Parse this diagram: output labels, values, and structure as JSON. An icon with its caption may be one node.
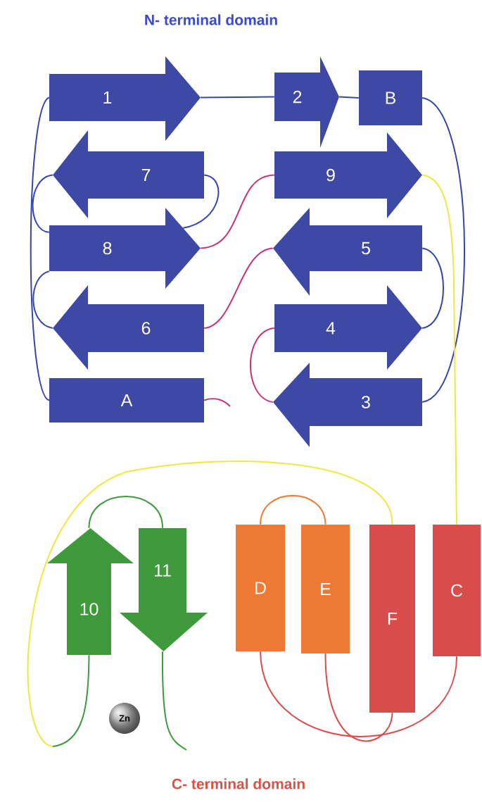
{
  "diagram": {
    "title": "N- terminal domain",
    "caption": "C- terminal domain",
    "nodes": [
      {
        "text": [
          "1"
        ]
      },
      {
        "text": [
          "2"
        ]
      },
      {
        "text": [
          "B"
        ]
      },
      {
        "text": [
          "7"
        ]
      },
      {
        "text": [
          "9"
        ]
      },
      {
        "text": [
          "8"
        ]
      },
      {
        "text": [
          "5"
        ]
      },
      {
        "text": [
          "6"
        ]
      },
      {
        "text": [
          "4"
        ]
      },
      {
        "text": [
          "A"
        ]
      },
      {
        "text": [
          "3"
        ]
      },
      {
        "text": [
          "10"
        ]
      },
      {
        "text": [
          "11"
        ]
      },
      {
        "text": [
          "D"
        ]
      },
      {
        "text": [
          "E"
        ]
      },
      {
        "text": [
          "F"
        ]
      },
      {
        "text": [
          "C"
        ]
      },
      {
        "text": [
          "Zn"
        ]
      }
    ],
    "edges": [
      {
        "from": 9,
        "to": 0,
        "arrow": "none"
      },
      {
        "from": 0,
        "to": 1,
        "arrow": "none"
      },
      {
        "from": 1,
        "to": 2,
        "arrow": "none"
      },
      {
        "from": 2,
        "to": 10,
        "arrow": "none"
      },
      {
        "from": 10,
        "to": 8,
        "arrow": "none",
        "color": "#c8327a"
      },
      {
        "from": 8,
        "to": 6,
        "arrow": "none"
      },
      {
        "from": 6,
        "to": 7,
        "arrow": "none",
        "color": "#c8327a"
      },
      {
        "from": 7,
        "to": 5,
        "arrow": "none"
      },
      {
        "from": 3,
        "to": 5,
        "arrow": "none"
      },
      {
        "from": 3,
        "to": 5,
        "arrow": "none"
      },
      {
        "from": 5,
        "to": 4,
        "arrow": "none",
        "color": "#c8327a"
      },
      {
        "from": 4,
        "to": 16,
        "arrow": "none",
        "color": "#eee840"
      },
      {
        "from": 15,
        "to": 11,
        "arrow": "none",
        "color": "#eee840"
      },
      {
        "from": 11,
        "to": 12,
        "arrow": "none",
        "color": "#3f9a3c"
      },
      {
        "from": 12,
        "to": null,
        "arrow": "none",
        "color": "#3f9a3c"
      },
      {
        "from": 13,
        "to": 14,
        "arrow": "none",
        "color": "#f07a35"
      },
      {
        "from": 13,
        "to": 16,
        "arrow": "none",
        "color": "#e04a4a"
      },
      {
        "from": 14,
        "to": 15,
        "arrow": "none",
        "color": "#e04a4a"
      },
      {
        "from": 9,
        "to": null,
        "arrow": "none",
        "color": "#c8327a"
      }
    ]
  }
}
